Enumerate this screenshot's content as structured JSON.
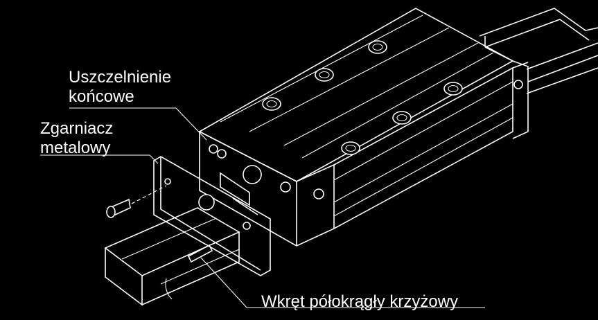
{
  "labels": {
    "end_seal_line1": "Uszczelnienie",
    "end_seal_line2": "końcowe",
    "metal_scraper_line1": "Zgarniacz",
    "metal_scraper_line2": "metalowy",
    "screw": "Wkręt półokrągły krzyżowy"
  },
  "colors": {
    "background": "#000000",
    "lines": "#ffffff"
  }
}
